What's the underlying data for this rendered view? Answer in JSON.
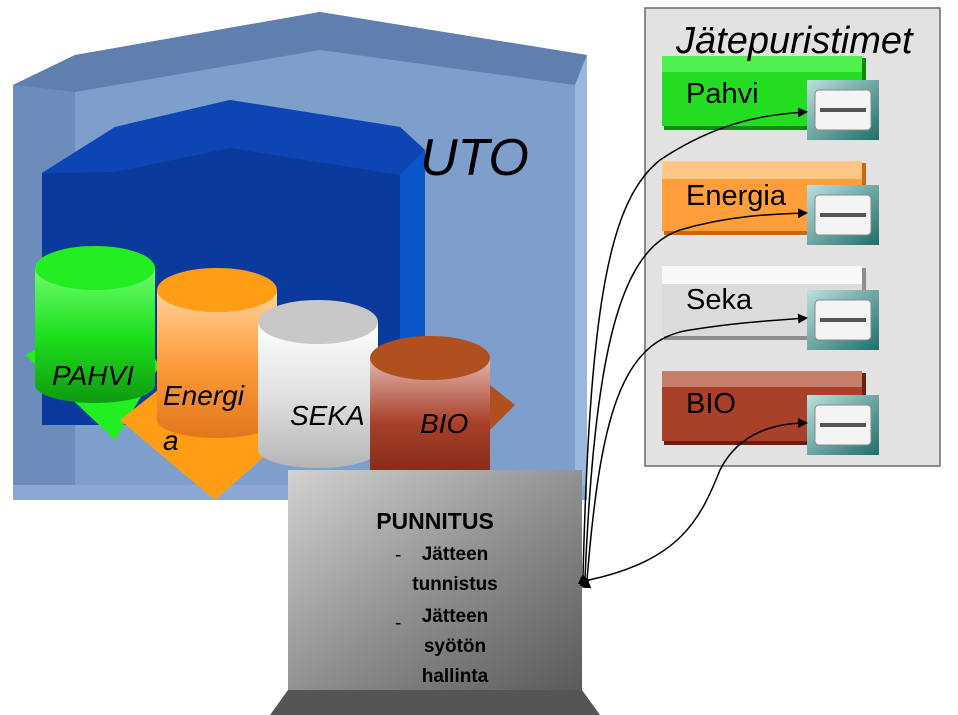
{
  "panel": {
    "title": "Jätepuristimet"
  },
  "hall": {
    "label_partial": "UTO"
  },
  "containers": [
    {
      "id": "pahvi",
      "label": "PAHVI",
      "color": "#22ee22"
    },
    {
      "id": "energia",
      "label_line1": "Energi",
      "label_line2": "a",
      "color": "#ff9e14"
    },
    {
      "id": "seka",
      "label": "SEKA",
      "color": "#c8c8c8"
    },
    {
      "id": "bio",
      "label": "BIO",
      "color": "#b0501e"
    }
  ],
  "compactors": [
    {
      "id": "pahvi",
      "label": "Pahvi",
      "color": "#22dd22"
    },
    {
      "id": "energia",
      "label": "Energia",
      "color": "#ff9e3a"
    },
    {
      "id": "seka",
      "label": "Seka",
      "color": "#dcdcdc"
    },
    {
      "id": "bio",
      "label": "BIO",
      "color": "#a8402a"
    }
  ],
  "weighing": {
    "title": "PUNNITUS",
    "bullets": [
      {
        "dash": "-",
        "line1": "Jätteen",
        "line2": "tunnistus"
      },
      {
        "dash": "-",
        "line1": "Jätteen",
        "line2": "syötön",
        "line3": "hallinta"
      }
    ]
  }
}
